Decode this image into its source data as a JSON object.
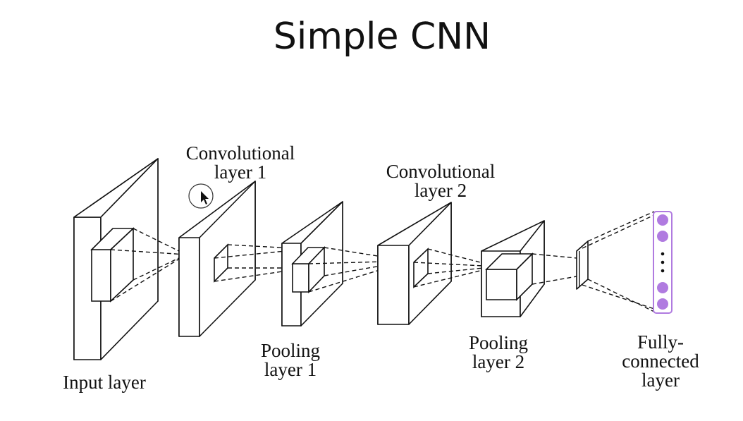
{
  "title": "Simple CNN",
  "labels": {
    "input_layer": "Input layer",
    "conv1_line1": "Convolutional",
    "conv1_line2": "layer 1",
    "pool1_line1": "Pooling",
    "pool1_line2": "layer 1",
    "conv2_line1": "Convolutional",
    "conv2_line2": "layer 2",
    "pool2_line1": "Pooling",
    "pool2_line2": "layer 2",
    "fc_line1": "Fully-",
    "fc_line2": "connected",
    "fc_line3": "layer"
  },
  "colors": {
    "fc_node": "#b07be0",
    "stroke": "#111111"
  }
}
